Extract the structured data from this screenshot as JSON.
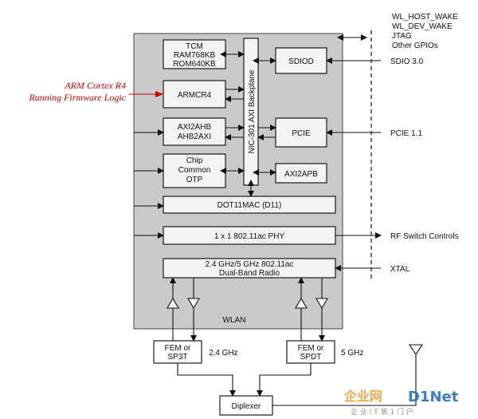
{
  "diagram": {
    "wlan_label": "WLAN",
    "blocks": {
      "tcm": [
        "TCM",
        "RAM768KB",
        "ROM640KB"
      ],
      "armcr4": [
        "ARMCR4"
      ],
      "axi2ahb": [
        "AXI2AHB",
        "AHB2AXI"
      ],
      "chip_common": [
        "Chip",
        "Common",
        "OTP"
      ],
      "backplane": "NIC-301 AXI Backplane",
      "sdiod": [
        "SDIOD"
      ],
      "pcie": [
        "PCIE"
      ],
      "axi2apb": [
        "AXI2APB"
      ],
      "dot11mac": [
        "DOT11MAC (D11)"
      ],
      "phy": [
        "1 x 1 802.11ac PHY"
      ],
      "radio": [
        "2.4 GHz/5 GHz 802.11ac",
        "Dual-Band Radio"
      ],
      "fem_left": [
        "FEM or",
        "SP3T"
      ],
      "fem_right": [
        "FEM or",
        "SPDT"
      ],
      "diplexer": [
        "Diplexer"
      ]
    },
    "external_labels": {
      "gpio": [
        "WL_HOST_WAKE",
        "WL_DEV_WAKE",
        "JTAG",
        "Other GPIOs"
      ],
      "sdio": "SDIO 3.0",
      "pcie": "PCIE 1.1",
      "rf": "RF Switch Controls",
      "xtal": "XTAL",
      "freq_left": "2.4 GHz",
      "freq_right": "5 GHz"
    },
    "annotation": [
      "ARM Cortex R4",
      "Running Firmware Logic"
    ],
    "watermark": {
      "brand_cn": "企业网",
      "brand_en": "D1Net",
      "tagline": "企 业 I T 第 1 门 户"
    }
  }
}
